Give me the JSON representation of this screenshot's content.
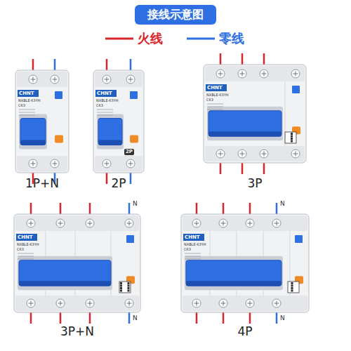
{
  "diagram": {
    "title": "接线示意图",
    "labels": [
      "CHNT",
      "NXBLE-63YH",
      "C63",
      "CHNT",
      "NXBLE-63YH",
      "C63",
      "2P",
      "CHNT",
      "NXBLE-63YH",
      "C63",
      "CHNT",
      "NXBLE-63YH",
      "C63",
      "N",
      "N",
      "CHNT",
      "NXBLE-63YH",
      "C63",
      "N",
      "N",
      "1P+N",
      "2P",
      "3P",
      "3P+N",
      "4P"
    ],
    "legend": [
      {
        "text": "火线"
      },
      {
        "text": "零线"
      }
    ]
  }
}
